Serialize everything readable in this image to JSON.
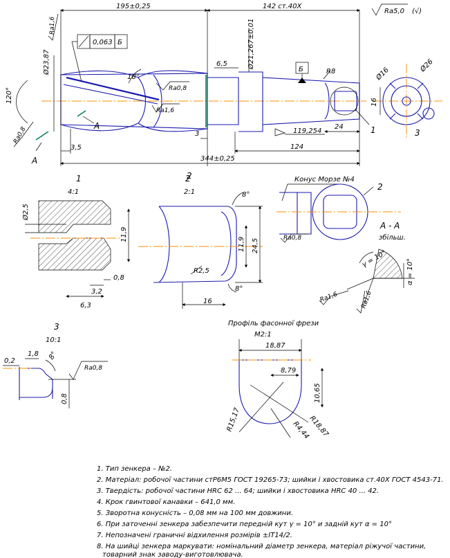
{
  "roughness_general": "Ra5,0",
  "main_view": {
    "dims": {
      "len_195": "195±0,25",
      "len_142": "142 ст.40Х",
      "len_344": "344±0,25",
      "len_124": "124",
      "len_119": "119,254",
      "len_24": "24",
      "len_3_5": "3,5",
      "len_3": "3",
      "len_6_5": "6,5",
      "dia_23_87": "Ø23,87",
      "dia_21_267": "Ø21,267±0,01",
      "ra16_top": "Ra1,6",
      "ra0_8_tool": "Ra0,8",
      "ra1_6_tool": "Ra1,6",
      "ra0_8_left": "Ra0,8",
      "angle_120": "120°",
      "angle_18": "18°",
      "tolerance": "0,063",
      "datum": "Б",
      "r8": "R8",
      "dim_16": "16"
    },
    "section_mark": "А",
    "callout_1": "1",
    "callout_2": "2",
    "callout_3": "3"
  },
  "end_view": {
    "dia_16": "Ø16",
    "dia_26": "Ø26",
    "dim_16": "16"
  },
  "detail_1": {
    "label": "1",
    "scale": "4:1",
    "dims": {
      "d2_5": "Ø2,5",
      "d11_9": "11,9",
      "d0_8": "0,8",
      "d3_2": "3,2",
      "d6_3": "6,3"
    }
  },
  "detail_2": {
    "label": "2",
    "scale": "2:1",
    "dims": {
      "a8_top": "8°",
      "a8_bot": "8°",
      "d11_9": "11,9",
      "d24_5": "24,5",
      "r2_5": "R2,5",
      "d16": "16"
    }
  },
  "detail_2b": {
    "label": "2",
    "cone": "Конус Морзе №4",
    "ra": "Ra0,8"
  },
  "section_aa": {
    "title": "А - А",
    "sub": "збільш.",
    "gamma": "γ = 10°",
    "alpha": "α = 10°",
    "ra16a": "Ra1,6",
    "ra16b": "Ra1,6"
  },
  "detail_3": {
    "label": "3",
    "scale": "10:1",
    "dims": {
      "d0_2": "0,2",
      "d1_8": "1,8",
      "a8": "8°",
      "d0_8": "0,8",
      "ra": "Ra0,8"
    }
  },
  "cutter_profile": {
    "title": "Профіль фасонної фрези",
    "scale": "М2:1",
    "dims": {
      "d18_87": "18,87",
      "d8_79": "8,79",
      "d10_65": "10,65",
      "r15_17": "R15,17",
      "r4_44": "R4,44",
      "r18_87": "R18,87"
    }
  },
  "notes": [
    "1. Тип зенкера – №2.",
    "2. Матеріал: робочої частини стР6М5 ГОСТ 19265-73; шийки і хвостовика ст.40Х ГОСТ 4543-71.",
    "3. Твердість: робочої частини HRC 62 ... 64; шийки і хвостовика HRC 40 ... 42.",
    "4. Крок гвинтової канавки – 641,0 мм.",
    "5. Зворотна конусність – 0,08 мм на 100 мм довжини.",
    "6. При заточенні зенкера забезпечити передній кут γ = 10° и задній кут α = 10°",
    "7. Непозначені граничні відхилення розмірів ±IT14/2.",
    "8. На шийці зенкера маркувати: номінальний діаметр зенкера, матеріал ріжучої частини,",
    "   товарний знак заводу-виготовлювача."
  ]
}
